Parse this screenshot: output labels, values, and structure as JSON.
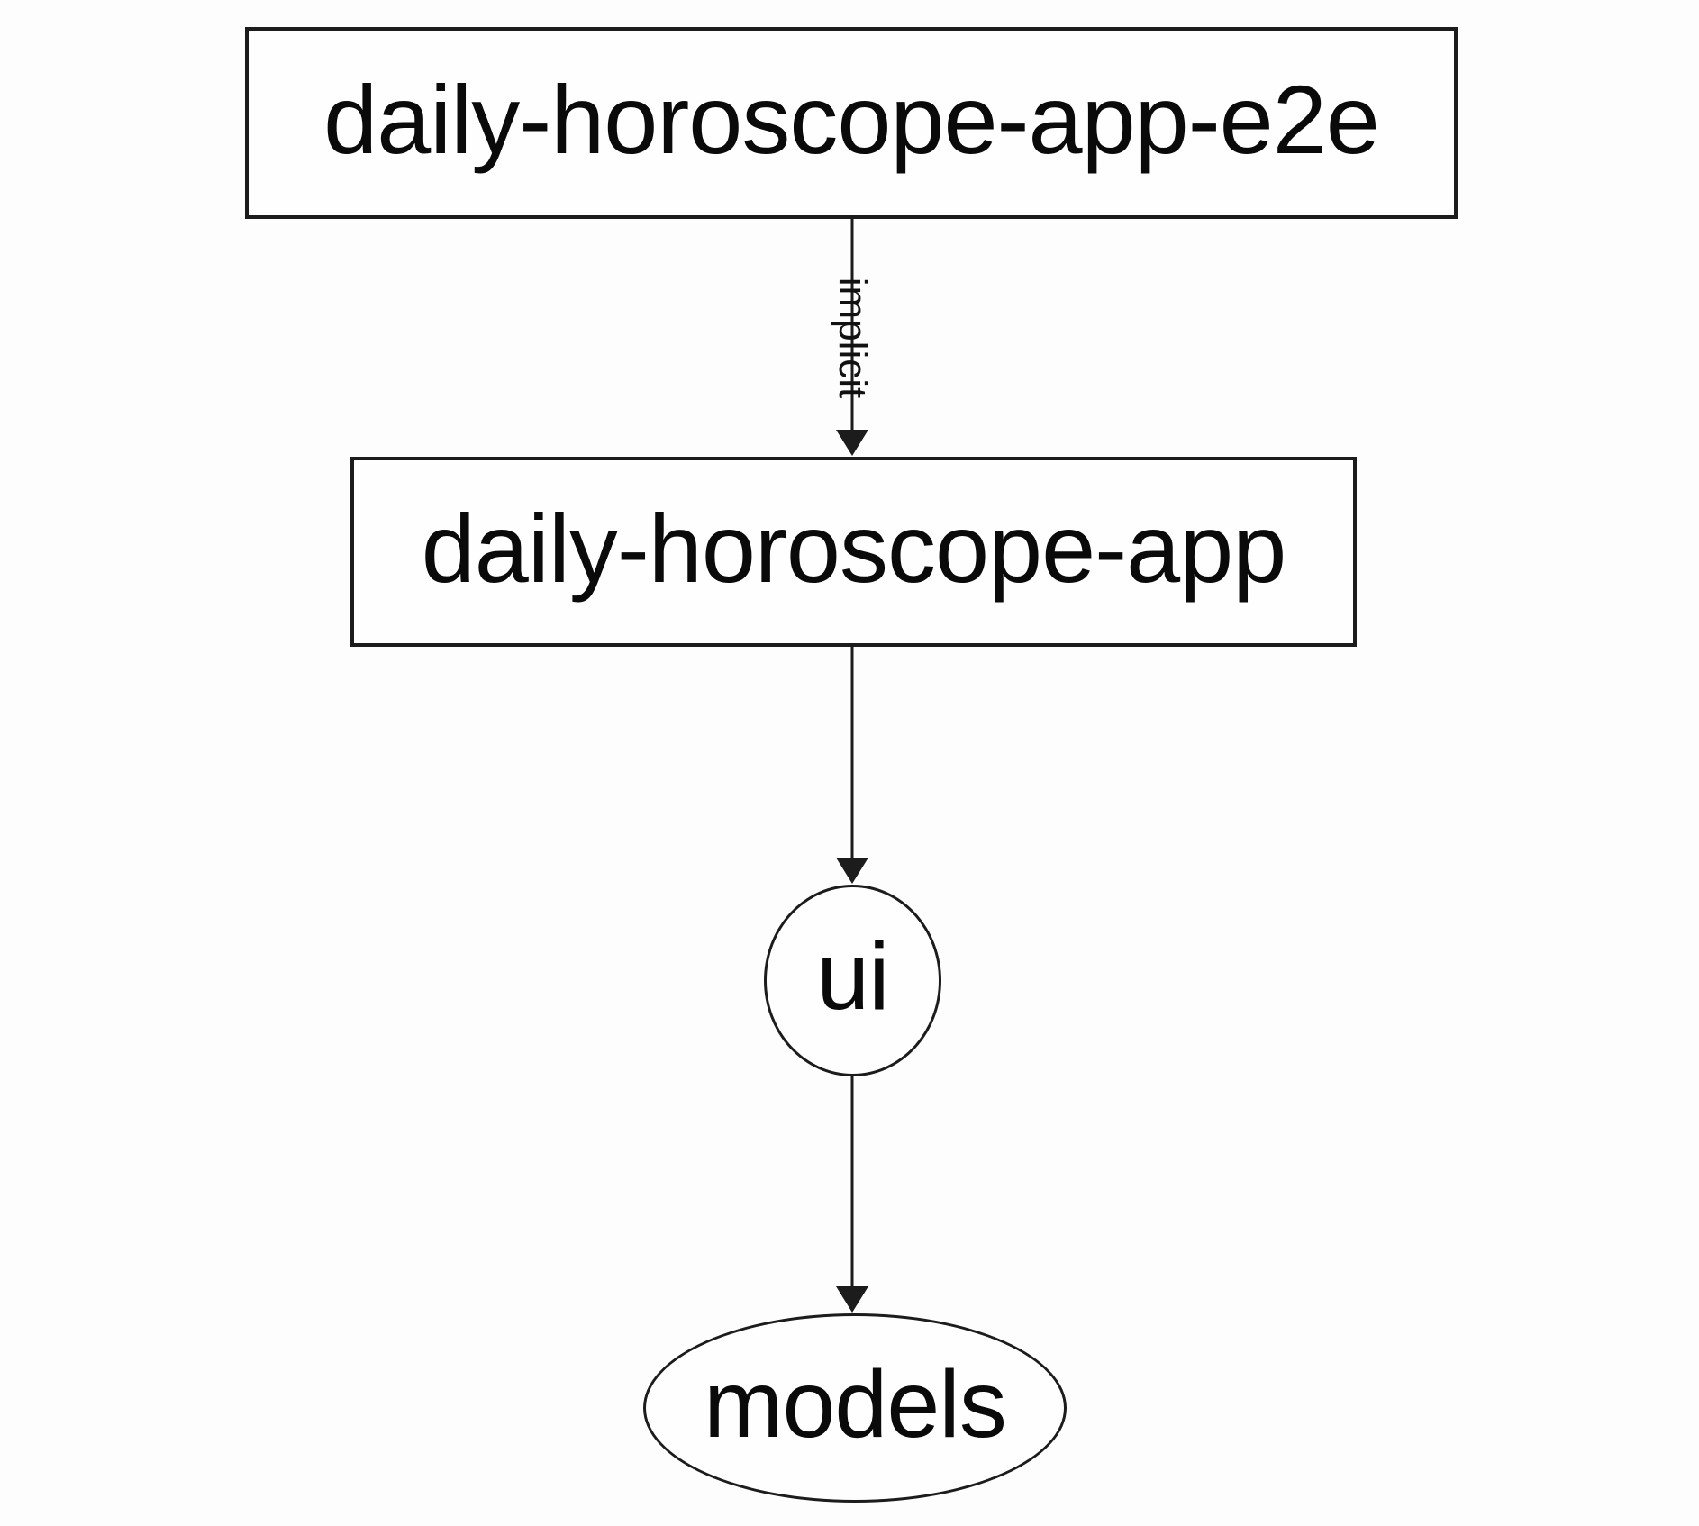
{
  "diagram": {
    "type": "dependency-graph",
    "nodes": [
      {
        "id": "daily-horoscope-app-e2e",
        "label": "daily-horoscope-app-e2e",
        "shape": "rectangle"
      },
      {
        "id": "daily-horoscope-app",
        "label": "daily-horoscope-app",
        "shape": "rectangle"
      },
      {
        "id": "ui",
        "label": "ui",
        "shape": "ellipse"
      },
      {
        "id": "models",
        "label": "models",
        "shape": "ellipse"
      }
    ],
    "edges": [
      {
        "from": "daily-horoscope-app-e2e",
        "to": "daily-horoscope-app",
        "label": "implicit",
        "arrow": "filled-triangle-down"
      },
      {
        "from": "daily-horoscope-app",
        "to": "ui",
        "label": "",
        "arrow": "filled-triangle-down"
      },
      {
        "from": "ui",
        "to": "models",
        "label": "",
        "arrow": "filled-triangle-down"
      }
    ],
    "colors": {
      "stroke": "#1c1c1c",
      "text": "#0a0a0a",
      "background": "#fdfdfd",
      "node_fill": "#fefefe"
    }
  }
}
